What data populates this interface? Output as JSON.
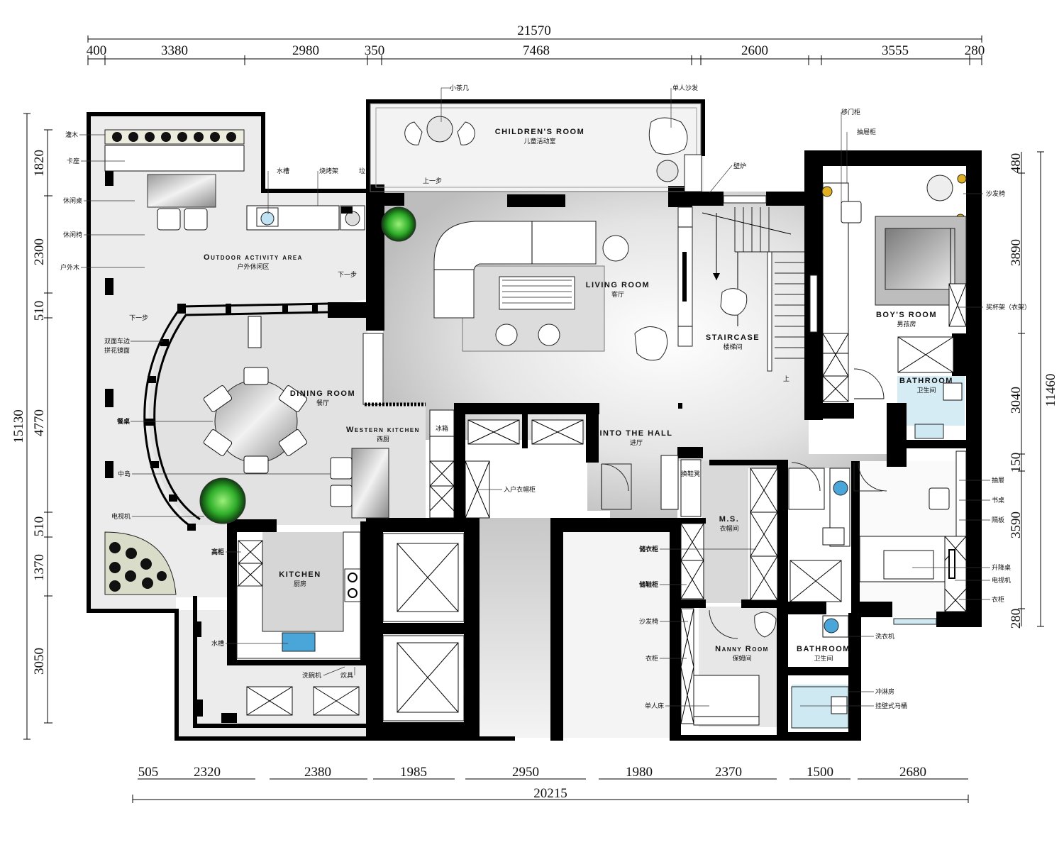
{
  "dimensions": {
    "top_total": "21570",
    "top_segments": [
      "400",
      "3380",
      "2980",
      "350",
      "7468",
      "2600",
      "3555",
      "280"
    ],
    "bottom_total": "20215",
    "bottom_segments": [
      "505",
      "2320",
      "2380",
      "1985",
      "2950",
      "1980",
      "2370",
      "1500",
      "2680"
    ],
    "left_total": "15130",
    "left_segments": [
      "1820",
      "2300",
      "510",
      "4770",
      "510",
      "1370",
      "3050"
    ],
    "right_total": "11460",
    "right_segments": [
      "480",
      "3890",
      "3040",
      "150",
      "3590",
      "280"
    ]
  },
  "rooms": {
    "childrens_room": {
      "en": "CHILDREN'S ROOM",
      "cn": "儿童活动室"
    },
    "outdoor": {
      "en": "Outdoor activity area",
      "cn": "户外休闲区"
    },
    "living_room": {
      "en": "LIVING ROOM",
      "cn": "客厅"
    },
    "staircase": {
      "en": "STAIRCASE",
      "cn": "楼梯间"
    },
    "boys_room": {
      "en": "BOY'S ROOM",
      "cn": "男孩房"
    },
    "bathroom_boy": {
      "en": "BATHROOM",
      "cn": "卫生间"
    },
    "dining_room": {
      "en": "DINING ROOM",
      "cn": "餐厅"
    },
    "western_kitchen": {
      "en": "Western kitchen",
      "cn": "西厨"
    },
    "into_hall": {
      "en": "INTO THE HALL",
      "cn": "进厅"
    },
    "kitchen": {
      "en": "KITCHEN",
      "cn": "厨房"
    },
    "ms": {
      "en": "M.S.",
      "cn": "衣帽间"
    },
    "nanny_room": {
      "en": "Nanny Room",
      "cn": "保姆间"
    },
    "bathroom_nanny": {
      "en": "BATHROOM",
      "cn": "卫生间"
    }
  },
  "labels": {
    "shrub": "灌木",
    "booth": "卡座",
    "leisure_table": "休闲桌",
    "leisure_chair": "休闲椅",
    "outdoor_wood": "户外木",
    "step_down_1": "下一步",
    "step_down_2": "下一步",
    "step_up": "上一步",
    "mirror_1": "双面车边",
    "mirror_2": "拼花镜面",
    "dining_table": "餐桌",
    "island": "中岛",
    "tv_left": "电视机",
    "tall_cabinet": "高柜",
    "sink_kitchen": "水槽",
    "dishwasher": "洗碗机",
    "stove": "炊具",
    "sink_outdoor": "水槽",
    "bbq": "烧烤架",
    "pull": "垃",
    "tea_table": "小茶几",
    "single_sofa": "单人沙发",
    "fireplace": "壁炉",
    "fridge": "冰箱",
    "entry_wardrobe": "入户衣帽柜",
    "shoe_bench": "换鞋凳",
    "storage_cabinet": "储衣柜",
    "shoe_cabinet": "储鞋柜",
    "sofa_chair_nanny": "沙发椅",
    "wardrobe_nanny": "衣柜",
    "single_bed": "单人床",
    "sliding_cabinet": "移门柜",
    "drawer_cabinet": "抽屉柜",
    "sofa_chair_boy": "沙发椅",
    "trophy_rack": "奖杯架（衣架）",
    "drawer": "抽屉",
    "desk": "书桌",
    "partition": "隔板",
    "lift_table": "升降桌",
    "tv_right": "电视机",
    "wardrobe_boy": "衣柜",
    "washer": "洗衣机",
    "shower": "冲淋房",
    "wall_toilet": "挂壁式马桶",
    "stair_up": "上"
  }
}
